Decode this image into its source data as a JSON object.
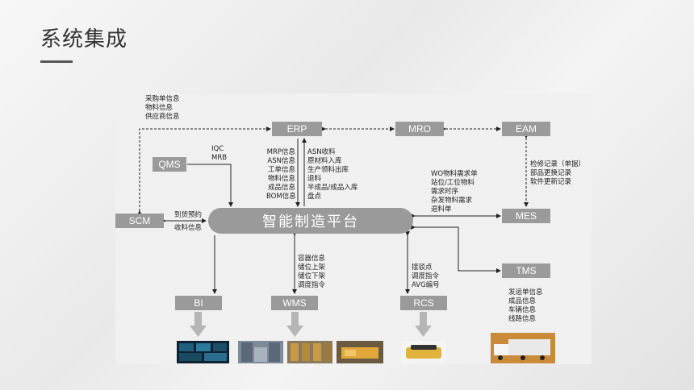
{
  "slide": {
    "title": "系统集成"
  },
  "nodes": {
    "erp": "ERP",
    "mro": "MRO",
    "eam": "EAM",
    "qms": "QMS",
    "scm": "SCM",
    "mes": "MES",
    "tms": "TMS",
    "bi": "BI",
    "wms": "WMS",
    "rcs": "RCS",
    "hub": "智能制造平台"
  },
  "labels": {
    "scm_top": [
      "采购单信息",
      "物料信息",
      "供应商信息"
    ],
    "qms": [
      "IQC",
      "MRB"
    ],
    "erp_down": [
      "MRP信息",
      "ASN信息",
      "工单信息",
      "物料信息",
      "成品信息",
      "BOM信息"
    ],
    "erp_up": [
      "ASN收料",
      "原材料入库",
      "生产领料出库",
      "退料",
      "半成品/成品入库",
      "盘点"
    ],
    "eam": [
      "检修记录（单据）",
      "部品更换记录",
      "软件更新记录"
    ],
    "mes": [
      "WO物料需求单",
      "站位/工位物料",
      "需求时序",
      "杂发物料需求",
      "退料单"
    ],
    "scm_hub": [
      "到货预约",
      "收料信息"
    ],
    "wms": [
      "容器信息",
      "储位上架",
      "储位下架",
      "调度指令"
    ],
    "rcs": [
      "接驳点",
      "调度指令",
      "AVG编号"
    ],
    "tms": [
      "发运单信息",
      "成品信息",
      "车辆信息",
      "线路信息"
    ]
  }
}
